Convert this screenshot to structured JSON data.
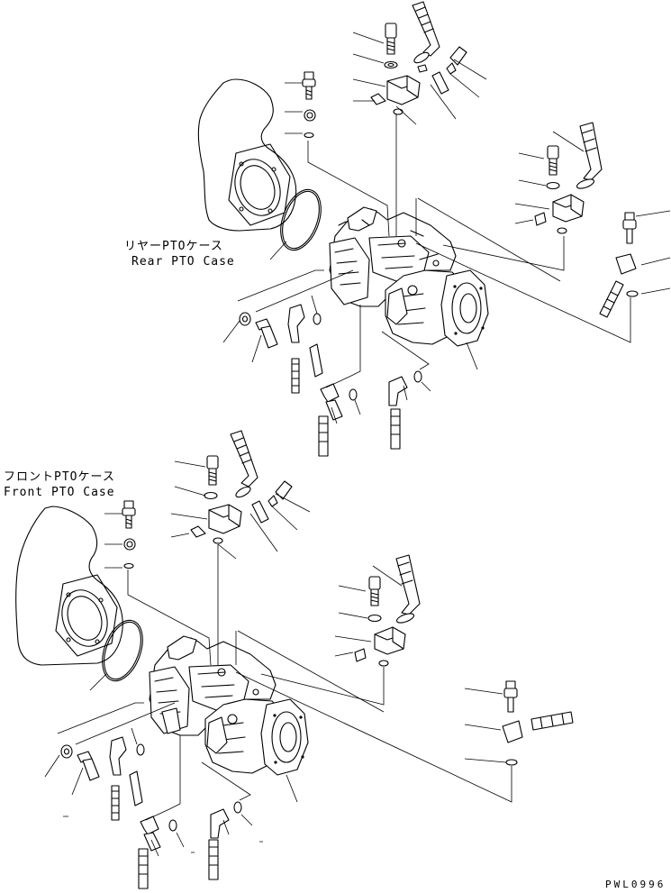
{
  "labels": {
    "rear_case_jp": "リヤーPTOケース",
    "rear_case_en": "Rear PTO Case",
    "front_case_jp": "フロントPTOケース",
    "front_case_en": "Front PTO Case"
  },
  "drawing_code": "PWL0996",
  "icons": {
    "pto_case": "pto-case-housing-outline",
    "pump": "hydraulic-pump-assembly",
    "valve": "valve-block",
    "bolt": "bolt",
    "hose": "hose",
    "oring": "o-ring",
    "elbow": "elbow-fitting"
  }
}
